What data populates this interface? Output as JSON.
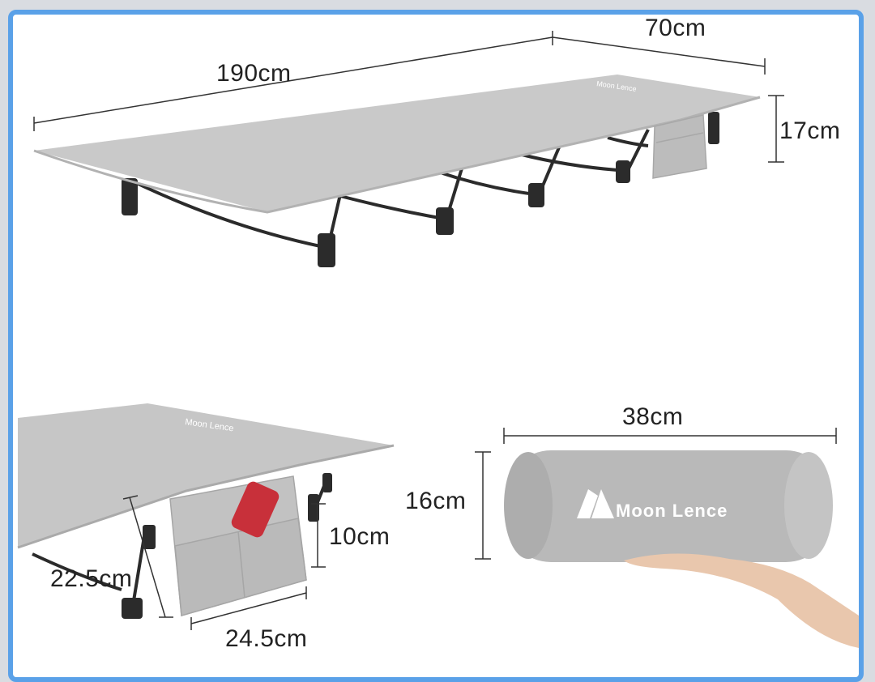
{
  "dimensions": {
    "length": "190cm",
    "width": "70cm",
    "height": "17cm",
    "pocket_height": "10cm",
    "pocket_diagonal": "22.5cm",
    "pocket_width": "24.5cm",
    "bag_height": "16cm",
    "bag_length": "38cm"
  },
  "brand": {
    "logo_text": "Moon Lence"
  },
  "colors": {
    "frame_border": "#5aa1e8",
    "fabric": "#c9c9c9",
    "frame_legs": "#2b2b2b",
    "phone": "#c8303a"
  }
}
